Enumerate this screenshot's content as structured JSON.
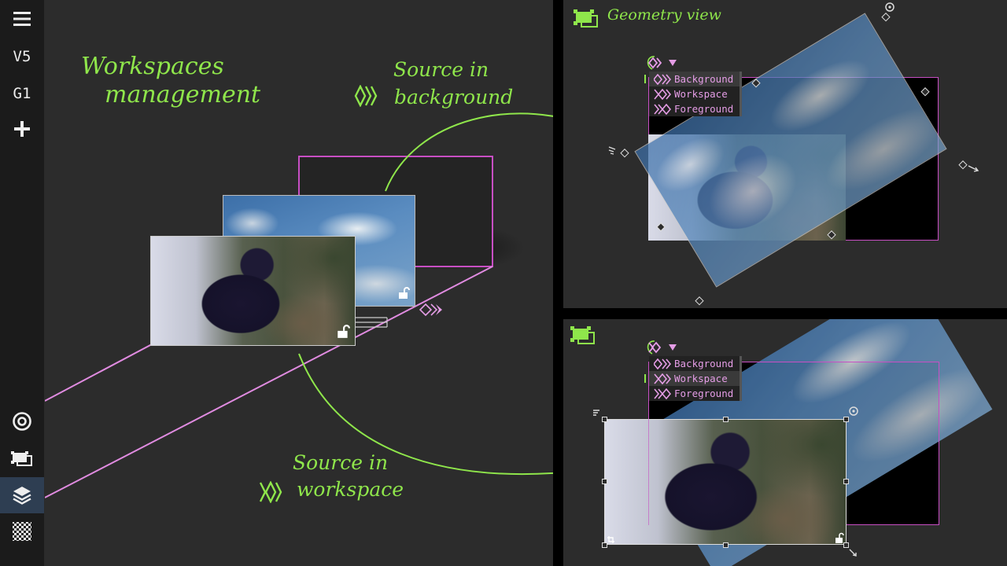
{
  "toolbar": {
    "top_buttons": [
      {
        "id": "menu",
        "icon": "hamburger-icon",
        "label": ""
      },
      {
        "id": "view",
        "icon": "",
        "label": "V5"
      },
      {
        "id": "group",
        "icon": "",
        "label": "G1"
      },
      {
        "id": "add",
        "icon": "plus-icon",
        "label": ""
      }
    ],
    "bottom_buttons": [
      {
        "id": "target",
        "icon": "target-icon"
      },
      {
        "id": "geometry",
        "icon": "geometry-icon"
      },
      {
        "id": "layers",
        "icon": "layers-icon",
        "active": true
      },
      {
        "id": "checker",
        "icon": "checkerboard-icon"
      }
    ]
  },
  "annotations": {
    "workspaces_line1": "Workspaces",
    "workspaces_line2": "management",
    "source_bg_line1": "Source in",
    "source_bg_line2": "background",
    "source_ws_line1": "Source in",
    "source_ws_line2": "workspace",
    "geometry_view": "Geometry view"
  },
  "source_menu": {
    "items": [
      "Background",
      "Workspace",
      "Foreground"
    ],
    "top_selected": "Background",
    "bottom_selected": "Workspace"
  },
  "colors": {
    "accent_green": "#8fe64b",
    "accent_pink": "#e59de6",
    "frame_magenta": "#c84fc4",
    "panel": "#2c2c2c",
    "toolbar": "#1b1b1b",
    "active_button": "#2e3e52"
  }
}
